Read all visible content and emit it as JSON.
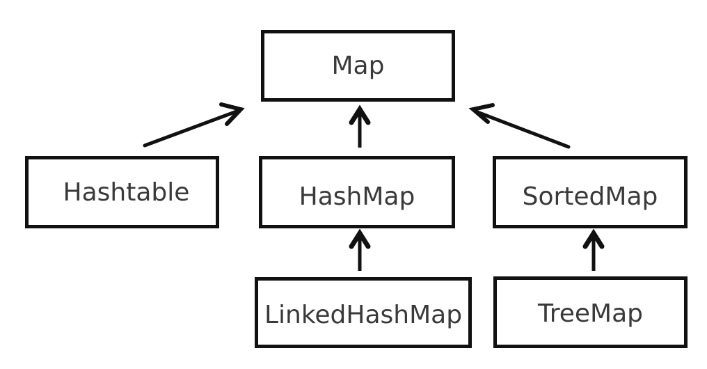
{
  "diagram": {
    "root": {
      "label": "Map"
    },
    "children": [
      {
        "label": "Hashtable"
      },
      {
        "label": "HashMap"
      },
      {
        "label": "SortedMap"
      }
    ],
    "grandchildren": [
      {
        "label": "LinkedHashMap",
        "parent": "HashMap"
      },
      {
        "label": "TreeMap",
        "parent": "SortedMap"
      }
    ],
    "edges": [
      {
        "from": "Hashtable",
        "to": "Map"
      },
      {
        "from": "HashMap",
        "to": "Map"
      },
      {
        "from": "SortedMap",
        "to": "Map"
      },
      {
        "from": "LinkedHashMap",
        "to": "HashMap"
      },
      {
        "from": "TreeMap",
        "to": "SortedMap"
      }
    ],
    "colors": {
      "line": "#111111",
      "text": "#3a3a3a",
      "background": "#ffffff"
    }
  }
}
